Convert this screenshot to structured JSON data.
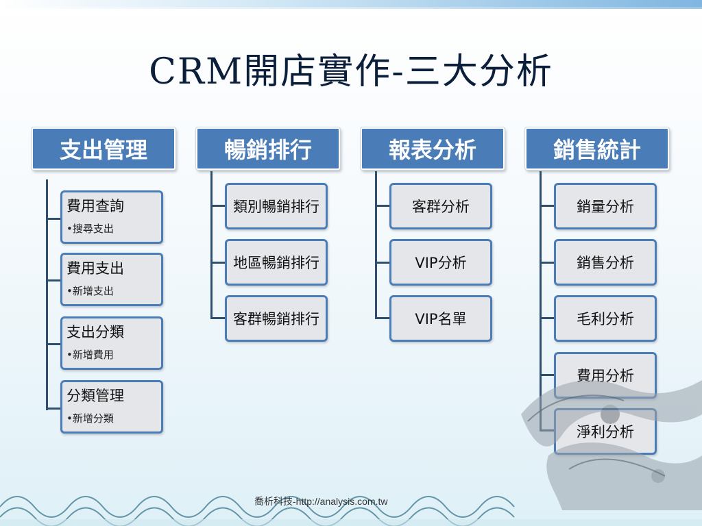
{
  "title": "CRM開店實作-三大分析",
  "footer": "喬析科技-http://analysis.com.tw",
  "colors": {
    "header_bg": "#4a7db8",
    "box_border": "#4a7db8",
    "box_bg": "#e4e6ea",
    "connector": "#2f4f6f"
  },
  "columns": [
    {
      "header": "支出管理",
      "items": [
        {
          "label": "費用查詢",
          "sub": "•搜尋支出"
        },
        {
          "label": "費用支出",
          "sub": "•新增支出"
        },
        {
          "label": "支出分類",
          "sub": "•新增費用"
        },
        {
          "label": "分類管理",
          "sub": "•新增分類"
        }
      ]
    },
    {
      "header": "暢銷排行",
      "items": [
        {
          "label": "類別暢銷排行"
        },
        {
          "label": "地區暢銷排行"
        },
        {
          "label": "客群暢銷排行"
        }
      ]
    },
    {
      "header": "報表分析",
      "items": [
        {
          "label": "客群分析"
        },
        {
          "label": "VIP分析"
        },
        {
          "label": "VIP名單"
        }
      ]
    },
    {
      "header": "銷售統計",
      "items": [
        {
          "label": "銷量分析"
        },
        {
          "label": "銷售分析"
        },
        {
          "label": "毛利分析"
        },
        {
          "label": "費用分析"
        },
        {
          "label": "淨利分析"
        }
      ]
    }
  ]
}
